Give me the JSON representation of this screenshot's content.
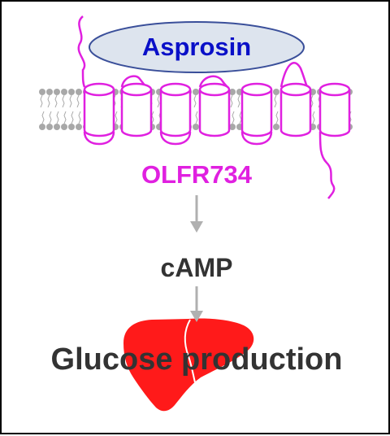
{
  "ligand": {
    "label": "Asprosin",
    "label_color": "#0a10c8",
    "fill": "#dde4ee",
    "stroke": "#3a4f9a"
  },
  "receptor": {
    "label": "OLFR734",
    "color": "#e020e0"
  },
  "second_messenger": {
    "label": "cAMP"
  },
  "outcome": {
    "label": "Glucose production",
    "organ_icon": "liver-icon",
    "organ_color": "#ff1a1a"
  },
  "arrows": {
    "color": "#b0b0b0"
  },
  "membrane": {
    "head_color": "#a8a8a8"
  }
}
